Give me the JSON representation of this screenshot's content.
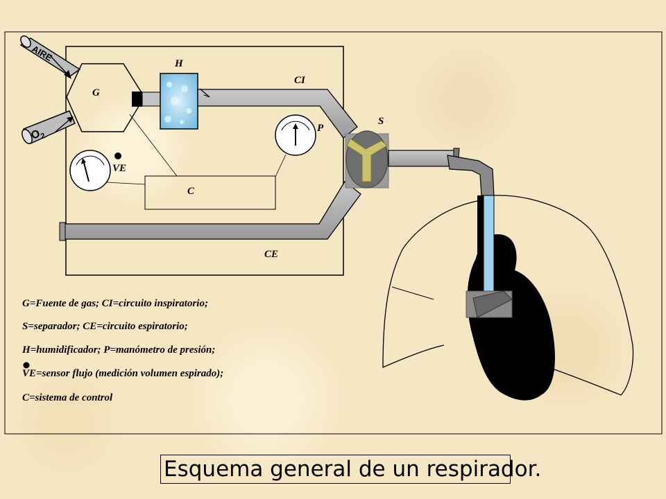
{
  "labels": {
    "gas_source": "G",
    "humidifier": "H",
    "inspiratory_circuit": "CI",
    "separator": "S",
    "pressure_gauge": "P",
    "flow_sensor": "VE",
    "control_system": "C",
    "expiratory_circuit": "CE",
    "air_inlet": "AIRE",
    "oxygen_inlet": "O",
    "oxygen_subscript": "2"
  },
  "legend": [
    "G=Fuente de gas; CI=circuito inspiratorio;",
    "S=separador; CE=circuito espiratorio;",
    "H=humidificador; P=manómetro de presión;",
    "VE=sensor flujo (medición volumen espirado);",
    "C=sistema de control"
  ],
  "title": "Esquema general de un respirador.",
  "colors": {
    "background": "#f6e7c4",
    "tube": "#b3b3b3",
    "humidifier": "#9fd2ee",
    "separator_y": "#c9c36a",
    "heart": "#000000"
  }
}
